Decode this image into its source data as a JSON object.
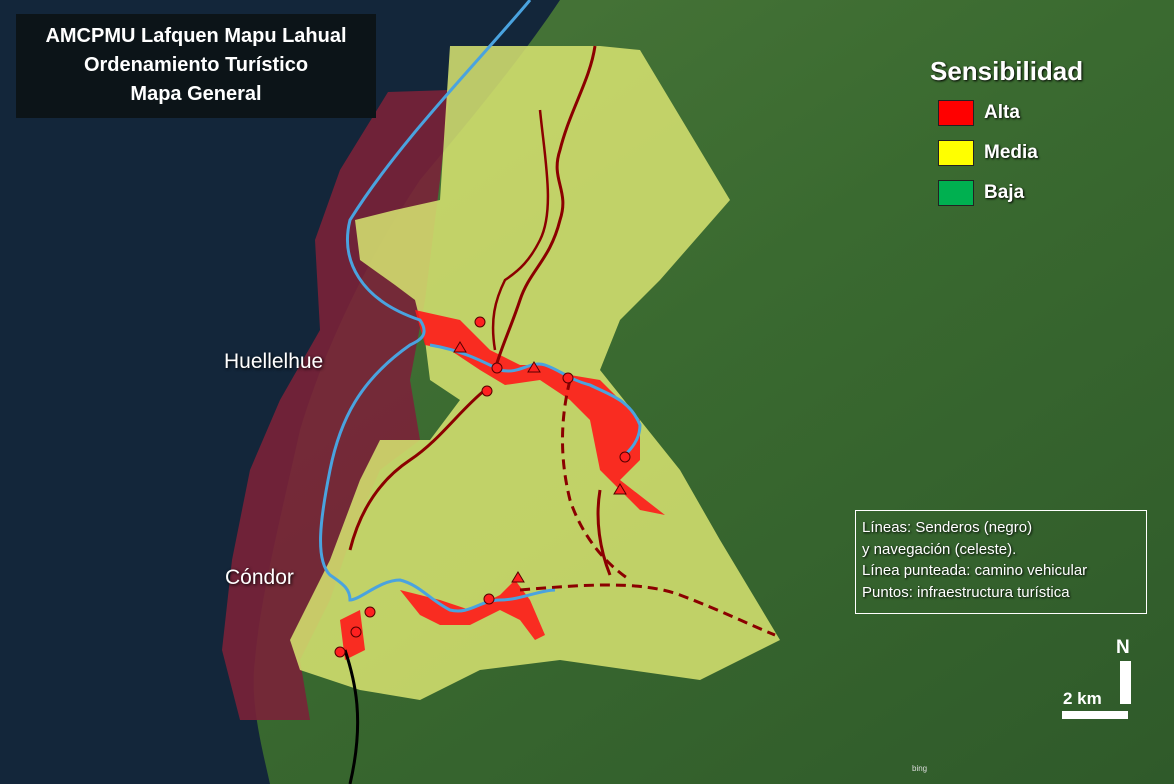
{
  "title": {
    "line1": "AMCPMU Lafquen Mapu Lahual",
    "line2": "Ordenamiento Turístico",
    "line3": "Mapa General"
  },
  "legend": {
    "title": "Sensibilidad",
    "items": [
      {
        "label": "Alta",
        "color": "#ff0000"
      },
      {
        "label": "Media",
        "color": "#ffff00"
      },
      {
        "label": "Baja",
        "color": "#00b050"
      }
    ]
  },
  "places": {
    "huellelhue": "Huellelhue",
    "condor": "Cóndor"
  },
  "notes": {
    "line1": "Líneas: Senderos (negro)",
    "line2": "y navegación (celeste).",
    "line3": "Línea punteada: camino vehicular",
    "line4": "Puntos: infraestructura turística"
  },
  "north_label": "N",
  "scale_label": "2 km",
  "attribution": "bing",
  "colors": {
    "ocean": "#13263a",
    "marine_zone": "#7a2238",
    "land": "#3f6b33",
    "media_zone": "#d4e070",
    "alta_zone": "#ff0000",
    "trail": "#8b0000",
    "navigation": "#4aa3df"
  }
}
